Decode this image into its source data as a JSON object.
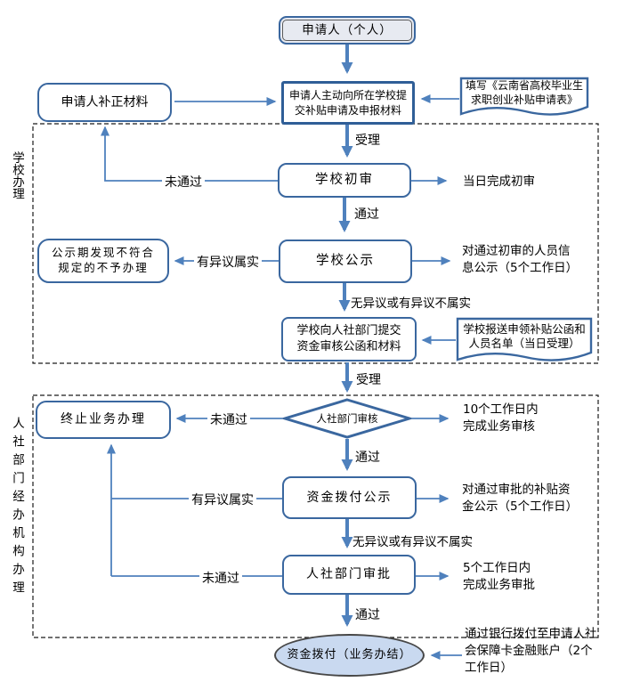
{
  "colors": {
    "line": "#4f81bd",
    "box_border": "#3a679f",
    "dark_border": "#2f5e97",
    "start_fill": "#e7eaf1",
    "end_fill": "#c9d9f0",
    "dash_border": "#1a1a1a"
  },
  "sections": {
    "school": "学校办理",
    "hr": "人社部门经办机构办理"
  },
  "nodes": {
    "start": "申请人（个人）",
    "submit": "申请人主动向所在学校提交补贴申请及申报材料",
    "correct": "申请人补正材料",
    "form_banner": "填写《云南省高校毕业生求职创业补贴申请表》",
    "school_review": "学校初审",
    "school_publicity": "学校公示",
    "reject": "公示期发现不符合规定的不予办理",
    "school_submit": "学校向人社部门提交资金审核公函和材料",
    "report_banner": "学校报送申领补贴公函和人员名单（当日受理）",
    "hr_review": "人社部门审核",
    "terminate": "终止业务办理",
    "fund_publicity": "资金拨付公示",
    "hr_approval": "人社部门审批",
    "end": "资金拨付（业务办结）"
  },
  "edge_labels": {
    "accept": "受理",
    "pass": "通过",
    "fail": "未通过",
    "objection": "有异议属实",
    "no_objection": "无异议或有异议不属实"
  },
  "notes": {
    "first_review": "当日完成初审",
    "publicity": "对通过初审的人员信\n息公示（5个工作日）",
    "hr_review_time": "10个工作日内\n完成业务审核",
    "fund_publicity": "对通过审批的补贴资\n金公示（5个工作日）",
    "approval_time": "5个工作日内\n完成业务审批",
    "payment": "通过银行拨付至申请人社\n会保障卡金融账户（2个\n工作日）"
  }
}
